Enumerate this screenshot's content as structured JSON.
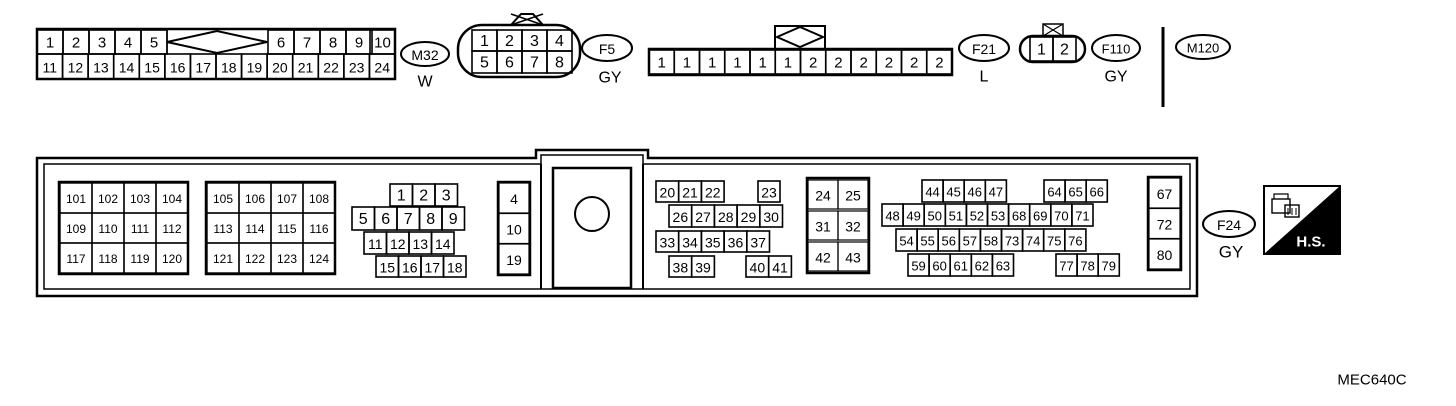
{
  "connectors_top": [
    {
      "id": "M32",
      "color": "W",
      "row1": [
        "1",
        "2",
        "3",
        "4",
        "5",
        "6",
        "7",
        "8",
        "9",
        "10"
      ],
      "row2": [
        "11",
        "12",
        "13",
        "14",
        "15",
        "16",
        "17",
        "18",
        "19",
        "20",
        "21",
        "22",
        "23",
        "24"
      ]
    },
    {
      "id": "F5",
      "color": "GY",
      "row1": [
        "1",
        "2",
        "3",
        "4"
      ],
      "row2": [
        "5",
        "6",
        "7",
        "8"
      ]
    },
    {
      "id": "F21",
      "color": "L",
      "row1": [
        "1",
        "1",
        "1",
        "1",
        "1",
        "1",
        "2",
        "2",
        "2",
        "2",
        "2",
        "2"
      ]
    },
    {
      "id": "F110",
      "color": "GY",
      "row1": [
        "1",
        "2"
      ]
    },
    {
      "id": "M120",
      "color": ""
    }
  ],
  "ecm": {
    "id": "F24",
    "color": "GY",
    "badge": "H.S.",
    "block1": [
      "101",
      "102",
      "103",
      "104",
      "109",
      "110",
      "111",
      "112",
      "117",
      "118",
      "119",
      "120"
    ],
    "block2": [
      "105",
      "106",
      "107",
      "108",
      "113",
      "114",
      "115",
      "116",
      "121",
      "122",
      "123",
      "124"
    ],
    "block3": {
      "row1": [
        "1",
        "2",
        "3"
      ],
      "row2": [
        "5",
        "6",
        "7",
        "8",
        "9"
      ],
      "row3": [
        "11",
        "12",
        "13",
        "14"
      ],
      "row4": [
        "15",
        "16",
        "17",
        "18"
      ]
    },
    "block4": [
      "4",
      "10",
      "19"
    ],
    "block5": {
      "row1": [
        "20",
        "21",
        "22",
        "23"
      ],
      "row2": [
        "26",
        "27",
        "28",
        "29",
        "30"
      ],
      "row3": [
        "33",
        "34",
        "35",
        "36",
        "37"
      ],
      "row4": [
        "38",
        "39",
        "40",
        "41"
      ]
    },
    "block6": [
      "24",
      "25",
      "31",
      "32",
      "42",
      "43"
    ],
    "block7": {
      "row1": [
        "44",
        "45",
        "46",
        "47",
        "64",
        "65",
        "66"
      ],
      "row2": [
        "48",
        "49",
        "50",
        "51",
        "52",
        "53",
        "68",
        "69",
        "70",
        "71"
      ],
      "row3": [
        "54",
        "55",
        "56",
        "57",
        "58",
        "73",
        "74",
        "75",
        "76"
      ],
      "row4": [
        "59",
        "60",
        "61",
        "62",
        "63",
        "77",
        "78",
        "79"
      ]
    },
    "block8": [
      "67",
      "72",
      "80"
    ]
  },
  "figure_code": "MEC640C"
}
